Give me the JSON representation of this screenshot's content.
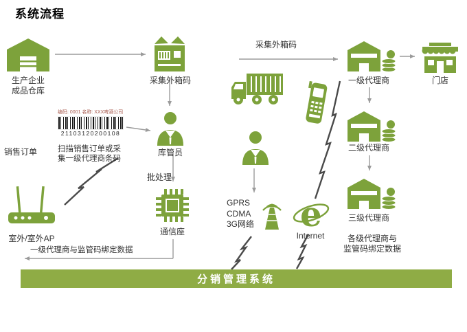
{
  "title": "系统流程",
  "colors": {
    "green": "#7da23b",
    "bar_green": "#8fac45",
    "arrow": "#9b9b9b",
    "bolt": "#4a4a4a",
    "barcode_meta": "#a85b4f"
  },
  "left_flow": {
    "warehouse_label": "生产企业\n成品仓库",
    "collect_box_label": "采集外箱码",
    "barcode": {
      "meta": "编码: 0001    名称: XXX啤酒公司",
      "number": "21103120200108"
    },
    "scan_note": "扫描销售订单或采\n集一级代理商条码",
    "sales_order_label": "销售订单",
    "keeper_label": "库管员",
    "batch_label": "批处理",
    "dock_label": "通信座",
    "ap_label": "室外/室外AP",
    "binding_label": "一级代理商与监管码绑定数据"
  },
  "middle_flow": {
    "collect_label": "采集外箱码",
    "network_label": "GPRS\nCDMA\n3G网络",
    "internet_e": "e",
    "internet_label": "Internet"
  },
  "right_flow": {
    "agent1_label": "一级代理商",
    "store_label": "门店",
    "agent2_label": "二级代理商",
    "agent3_label": "三级代理商",
    "binding_label": "各级代理商与\n监管码绑定数据"
  },
  "bottom_bar": {
    "label": "分销管理系统"
  }
}
